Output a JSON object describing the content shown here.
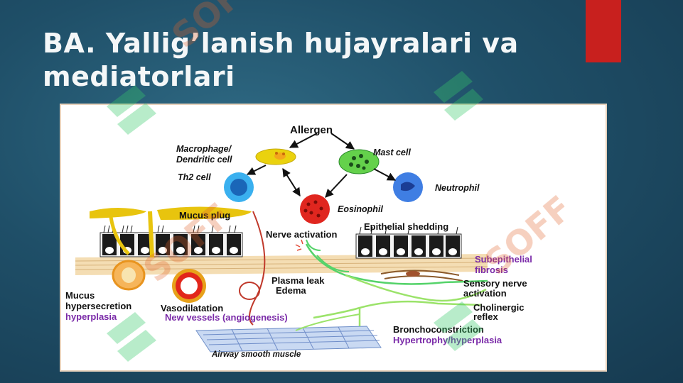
{
  "slide": {
    "title_line1": "BA. Yallig’lanish hujayralari va",
    "title_line2": "mediatorlari",
    "accent_color": "#c8201e",
    "watermark_text": "SOFF"
  },
  "diagram": {
    "labels": {
      "allergen": "Allergen",
      "macrophage_line1": "Macrophage/",
      "macrophage_line2": "Dendritic cell",
      "mast_cell": "Mast cell",
      "th2_cell": "Th2 cell",
      "neutrophil": "Neutrophil",
      "eosinophil": "Eosinophil",
      "mucus_plug": "Mucus plug",
      "nerve_activation": "Nerve activation",
      "epithelial_shedding": "Epithelial shedding",
      "subepithelial_line1": "Subepithelial",
      "subepithelial_line2": "fibrosis",
      "plasma_leak": "Plasma leak",
      "edema": "Edema",
      "sensory_line1": "Sensory nerve",
      "sensory_line2": "activation",
      "mucus_line1": "Mucus",
      "mucus_line2": "hypersecretion",
      "hyperplasia": "hyperplasia",
      "vasodilatation": "Vasodilatation",
      "new_vessels": "New vessels (angiogenesis)",
      "cholinergic_line1": "Cholinergic",
      "cholinergic_line2": "reflex",
      "bronchoconstriction": "Bronchoconstriction",
      "hypertrophy": "Hypertrophy/hyperplasia",
      "airway_smooth_muscle": "Airway smooth muscle"
    }
  }
}
